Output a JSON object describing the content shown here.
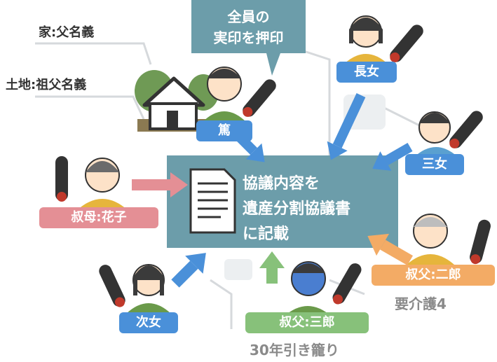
{
  "notes": {
    "house": "家:父名義",
    "land": "土地:祖父名義"
  },
  "callout": {
    "line1": "全員の",
    "line2": "実印を押印"
  },
  "center_box": {
    "line1": "協議内容を",
    "line2": "遺産分割協議書",
    "line3": "に記載"
  },
  "people": {
    "atsushi": "篤",
    "eldest_daughter": "長女",
    "third_daughter": "三女",
    "aunt": "叔母:花子",
    "second_daughter": "次女",
    "uncle_saburo": "叔父:三郎",
    "uncle_jiro": "叔父:二郎"
  },
  "conditions": {
    "jiro": "要介護4",
    "saburo": "30年引き籠り"
  },
  "colors": {
    "teal": "#6c9daa",
    "blue": "#4a90d9",
    "pink": "#e48f95",
    "orange": "#f3ab65",
    "green": "#87c17a"
  }
}
